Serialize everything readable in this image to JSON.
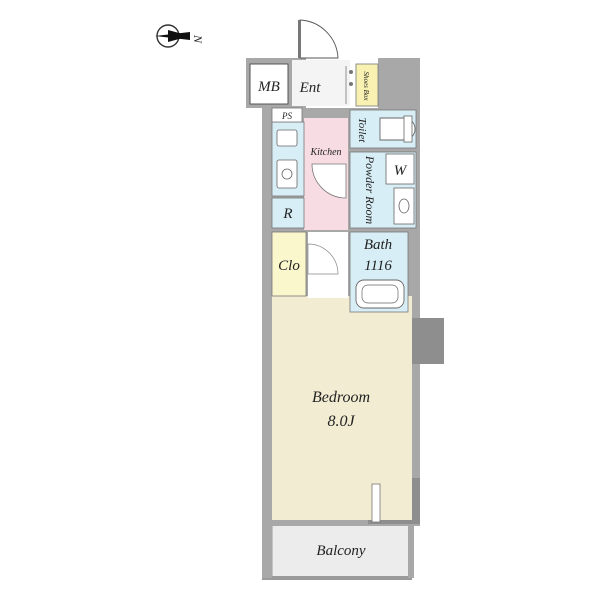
{
  "compass": {
    "label": "N",
    "icon": "north-arrow-icon"
  },
  "rooms": {
    "mb": "MB",
    "ent": "Ent",
    "shoes_box": "Shoes Box",
    "ps": "PS",
    "toilet": "Toilet",
    "kitchen": "Kitchen",
    "w": "W",
    "powder_room": "Powder Room",
    "r": "R",
    "bath": "Bath",
    "bath_size": "1116",
    "clo": "Clo",
    "bedroom": "Bedroom",
    "bedroom_size": "8.0J",
    "balcony": "Balcony"
  },
  "colors": {
    "wall": "#a8a8a8",
    "wall_dark": "#8e8e8e",
    "bedroom": "#f1ecd2",
    "kitchen": "#f7dce3",
    "wet_area": "#d8eef6",
    "closet": "#fbf7cd",
    "shoes_box": "#f8f1b2",
    "balcony": "#ececec",
    "entrance": "#f4f4f4"
  }
}
